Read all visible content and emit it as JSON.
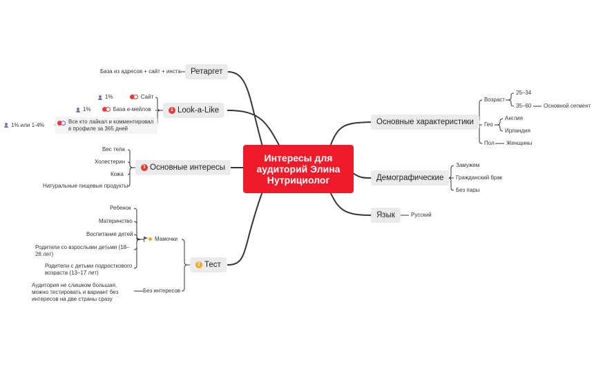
{
  "root": {
    "label": "Интересы для аудиторий Элина Нутрициолог"
  },
  "colors": {
    "root": "#ee1c2a",
    "line": "#333333",
    "badge_red": "#e53935",
    "badge_orange": "#f5a623"
  },
  "left": {
    "retarget": {
      "label": "Ретаргет",
      "children": [
        "База из адресов + сайт + инста"
      ]
    },
    "lookalike": {
      "label": "Look-a-Like",
      "priority": "1",
      "children": [
        {
          "percent": "1%",
          "label": "Сайт"
        },
        {
          "percent": "1%",
          "label": "База е-мейлов"
        },
        {
          "percent": "1% или 1-4%",
          "label": "Все кто лайкал и комментировал в профиле за 365 дней"
        }
      ]
    },
    "interests": {
      "label": "Основные интересы",
      "priority": "1",
      "children": [
        "Вес тела",
        "Холестерин",
        "Кожа",
        "Натуральные пищевые продукты"
      ]
    },
    "test": {
      "label": "Тест",
      "priority": "2",
      "moms": {
        "label": "Мамочки",
        "children": [
          "Ребенок",
          "Материнство",
          "Воспитание детей",
          "Родители со взрослыми детьми (18–26 лет)",
          "Родители с детьми подросткового возраста (13–17 лет)"
        ]
      },
      "no_interests": {
        "label": "Без интересов",
        "children": [
          "Аудитория не слишком большая, можно тестировать и вариант без интересов на две страны сразу"
        ]
      }
    }
  },
  "right": {
    "main_characteristics": {
      "label": "Основные характеристики",
      "age": {
        "label": "Возраст",
        "children": [
          "25–34",
          "35–60"
        ],
        "note": "Основной сегмент"
      },
      "geo": {
        "label": "Гео",
        "children": [
          "Англия",
          "Ирландия"
        ]
      },
      "gender": {
        "label": "Пол",
        "value": "Женщины"
      }
    },
    "demographics": {
      "label": "Демографические",
      "children": [
        "Замужем",
        "Гражданский брак",
        "Без пары"
      ]
    },
    "language": {
      "label": "Язык",
      "children": [
        "Русский"
      ]
    }
  }
}
